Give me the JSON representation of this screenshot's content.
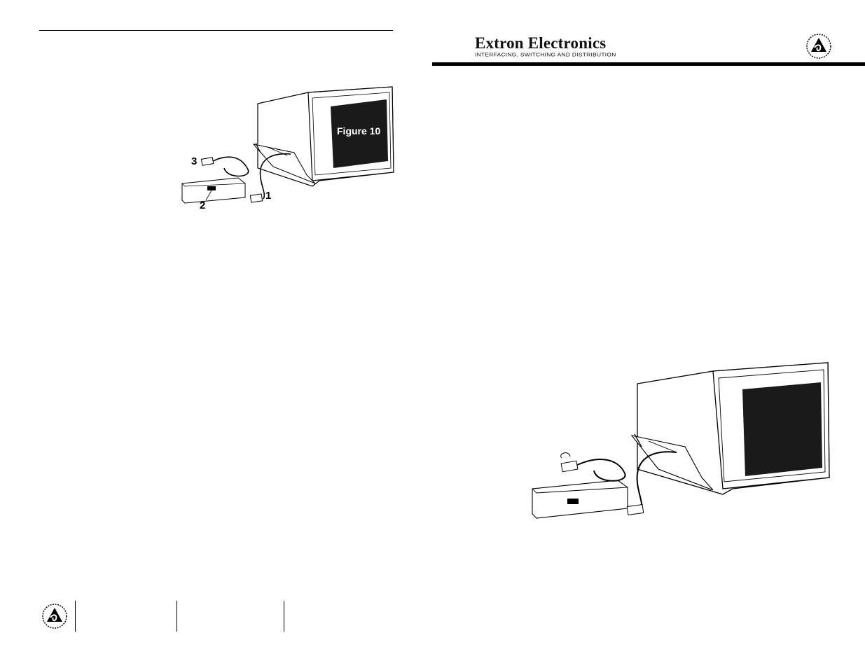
{
  "header": {
    "brand_name": "Extron Electronics",
    "brand_tagline": "INTERFACING, SWITCHING AND DISTRIBUTION"
  },
  "figure_left": {
    "label": "Figure 10",
    "callouts": [
      "1",
      "2",
      "3"
    ]
  },
  "icons": {
    "service_logo": "service-support-logo-icon"
  },
  "colors": {
    "ink": "#000000",
    "paper": "#ffffff",
    "screen": "#1a1a1a"
  }
}
